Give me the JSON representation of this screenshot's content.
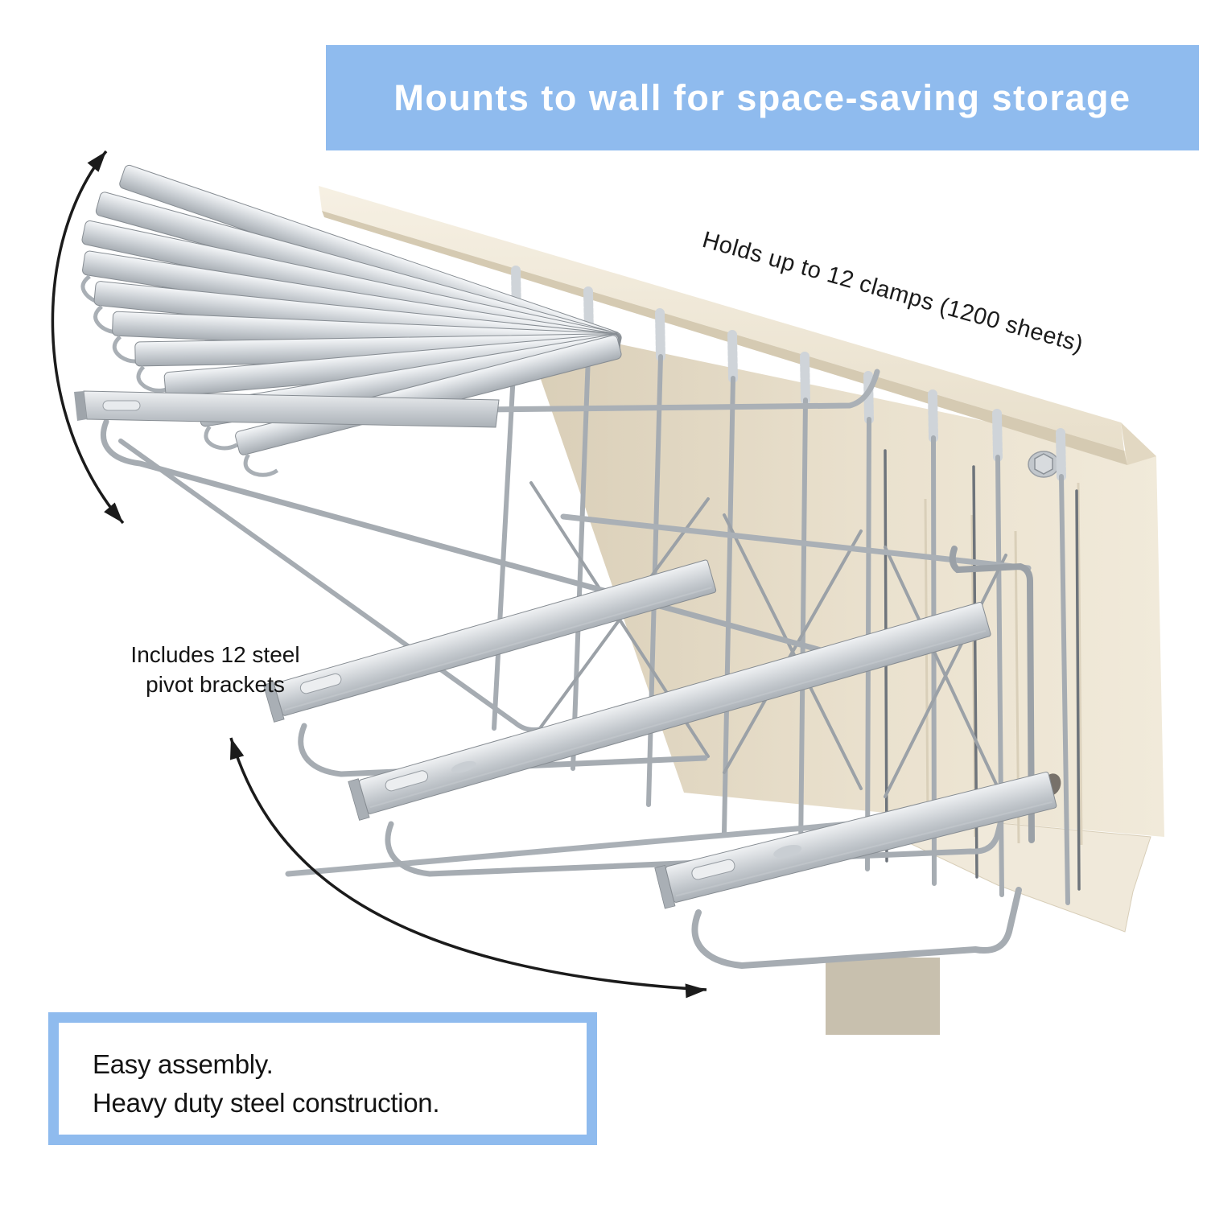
{
  "banner": {
    "text": "Mounts to wall for space-saving storage",
    "bg_color": "#8FBBEE",
    "text_color": "#FFFFFF"
  },
  "annotations": {
    "capacity": "Holds up to 12 clamps (1200 sheets)",
    "brackets_line1": "Includes 12 steel",
    "brackets_line2": "pivot brackets"
  },
  "footer_box": {
    "line1": "Easy assembly.",
    "line2": "Heavy duty steel construction.",
    "border_color": "#8FBBEE",
    "text_color": "#141414"
  },
  "product": {
    "wall_rail_color": "#F3EDE0",
    "wall_panel_color": "#E9E0CD",
    "steel_color": "#C6CBD0",
    "wire_color": "#A6ACB2",
    "arrow_color": "#1B1B1B",
    "bracket_count_shown_extended": 3
  }
}
